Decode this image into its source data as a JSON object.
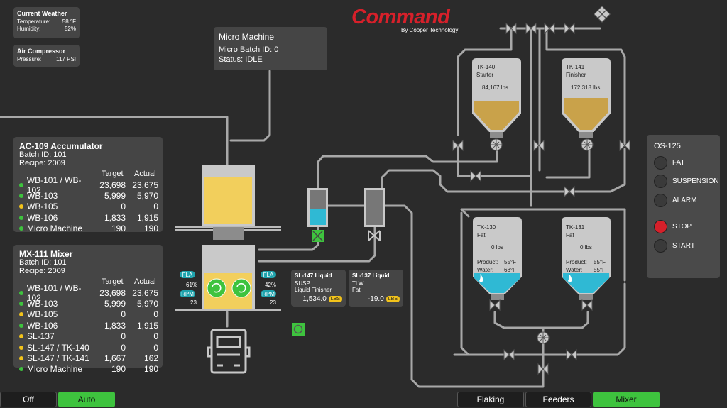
{
  "weather": {
    "title": "Current Weather",
    "temperature_label": "Temperature:",
    "temperature_value": "58 °F",
    "humidity_label": "Humidity:",
    "humidity_value": "52%"
  },
  "compressor": {
    "title": "Air Compressor",
    "pressure_label": "Pressure:",
    "pressure_value": "117 PSI"
  },
  "brand": {
    "name": "Command",
    "tagline": "By Cooper Technology",
    "color": "#d6202a"
  },
  "micro_machine": {
    "title": "Micro Machine",
    "batch": "Micro Batch ID: 0",
    "status": "Status: IDLE"
  },
  "accumulator": {
    "title": "AC-109 Accumulator",
    "batch": "Batch ID: 101",
    "recipe": "Recipe: 2009",
    "col_target": "Target",
    "col_actual": "Actual",
    "rows": [
      {
        "name": "WB-101 / WB-102",
        "target": "23,698",
        "actual": "23,675",
        "status": "green"
      },
      {
        "name": "WB-103",
        "target": "5,999",
        "actual": "5,970",
        "status": "green"
      },
      {
        "name": "WB-105",
        "target": "0",
        "actual": "0",
        "status": "yellow"
      },
      {
        "name": "WB-106",
        "target": "1,833",
        "actual": "1,915",
        "status": "green"
      },
      {
        "name": "Micro Machine",
        "target": "190",
        "actual": "190",
        "status": "green"
      }
    ]
  },
  "mixer": {
    "title": "MX-111 Mixer",
    "batch": "Batch ID: 101",
    "recipe": "Recipe: 2009",
    "col_target": "Target",
    "col_actual": "Actual",
    "rows": [
      {
        "name": "WB-101 / WB-102",
        "target": "23,698",
        "actual": "23,675",
        "status": "green"
      },
      {
        "name": "WB-103",
        "target": "5,999",
        "actual": "5,970",
        "status": "green"
      },
      {
        "name": "WB-105",
        "target": "0",
        "actual": "0",
        "status": "yellow"
      },
      {
        "name": "WB-106",
        "target": "1,833",
        "actual": "1,915",
        "status": "green"
      },
      {
        "name": "SL-137",
        "target": "0",
        "actual": "0",
        "status": "yellow"
      },
      {
        "name": "SL-147 / TK-140",
        "target": "0",
        "actual": "0",
        "status": "yellow"
      },
      {
        "name": "SL-147 / TK-141",
        "target": "1,667",
        "actual": "162",
        "status": "yellow"
      },
      {
        "name": "Micro Machine",
        "target": "190",
        "actual": "190",
        "status": "green"
      }
    ]
  },
  "mixer_motors": {
    "left": {
      "fla_label": "FLA",
      "fla_value": "61%",
      "rpm_label": "RPM",
      "rpm_value": "23"
    },
    "right": {
      "fla_label": "FLA",
      "fla_value": "42%",
      "rpm_label": "RPM",
      "rpm_value": "23"
    }
  },
  "sl147": {
    "title": "SL-147 Liquid",
    "line1": "SUSP",
    "line2": "Liquid Finisher",
    "value": "1,534.0",
    "unit": "LBS"
  },
  "sl137": {
    "title": "SL-137 Liquid",
    "line1": "TLW",
    "line2": "Fat",
    "value": "-19.0",
    "unit": "LBS"
  },
  "tanks": {
    "tk140": {
      "id": "TK-140",
      "name": "Starter",
      "value": "84,167 lbs"
    },
    "tk141": {
      "id": "TK-141",
      "name": "Finisher",
      "value": "172,318 lbs"
    },
    "tk130": {
      "id": "TK-130",
      "name": "Fat",
      "value": "0 lbs",
      "product_label": "Product:",
      "product_value": "55°F",
      "water_label": "Water:",
      "water_value": "68°F"
    },
    "tk131": {
      "id": "TK-131",
      "name": "Fat",
      "value": "0 lbs",
      "product_label": "Product:",
      "product_value": "55°F",
      "water_label": "Water:",
      "water_value": "55°F"
    }
  },
  "os125": {
    "title": "OS-125",
    "items": [
      {
        "label": "FAT",
        "lamp": "off"
      },
      {
        "label": "SUSPENSION",
        "lamp": "off"
      },
      {
        "label": "ALARM",
        "lamp": "off"
      },
      {
        "label": "STOP",
        "lamp": "red"
      },
      {
        "label": "START",
        "lamp": "off"
      }
    ]
  },
  "mode_buttons": {
    "off": "Off",
    "auto": "Auto"
  },
  "nav_tabs": {
    "flaking": "Flaking",
    "feeders": "Feeders",
    "mixer": "Mixer"
  },
  "colors": {
    "green_active": "#3ec33e",
    "liquid_yellow": "#f2cf5c",
    "liquid_cyan": "#2fb9d4",
    "tank_tan": "#c9a24a",
    "pipe": "#a8a8a8"
  }
}
